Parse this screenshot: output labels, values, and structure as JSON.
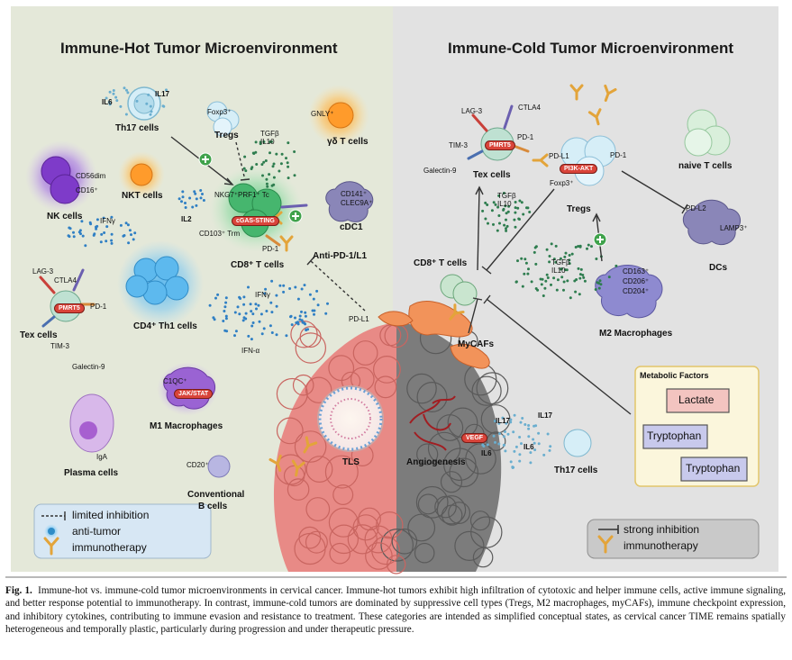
{
  "titles": {
    "hot": "Immune-Hot Tumor Microenvironment",
    "cold": "Immune-Cold Tumor Microenvironment"
  },
  "hot_labels": {
    "th17": "Th17 cells",
    "il6": "IL6",
    "il17": "IL17",
    "tregs": "Tregs",
    "foxp3": "Foxp3⁺",
    "tgfb": "TGFβ",
    "il10": "IL10",
    "gnly": "GNLY⁺",
    "gd": "γδ T cells",
    "nk": "NK cells",
    "cd56": "CD56dim",
    "cd16": "CD16⁺",
    "ifng1": "IFNγ",
    "nkt": "NKT cells",
    "il2": "IL2",
    "nkg7": "NKG7⁺PRF1⁺ Tc",
    "cgas": "cGAS-STING",
    "cd103": "CD103⁺ Trm",
    "pd1_cd8": "PD-1",
    "cd8": "CD8⁺ T cells",
    "cd141": "CD141⁺",
    "clec9a": "CLEC9A⁺",
    "cdc1": "cDC1",
    "antipd1": "Anti-PD-1/L1",
    "lag3": "LAG-3",
    "ctla4": "CTLA4",
    "pd1_tex": "PD-1",
    "pmrt5": "PMRT5",
    "tim3": "TIM-3",
    "galectin": "Galectin-9",
    "tex": "Tex cells",
    "cd4": "CD4⁺ Th1 cells",
    "ifng2": "IFNγ",
    "ifna": "IFN-α",
    "pdl1": "PD-L1",
    "c1qc": "C1QC⁺",
    "jakstat": "JAK/STAT",
    "m1": "M1 Macrophages",
    "iga": "IgA",
    "plasma": "Plasma cells",
    "cd20": "CD20⁺",
    "convb1": "Conventional",
    "convb2": "B cells",
    "tls": "TLS"
  },
  "cold_labels": {
    "lag3": "LAG-3",
    "ctla4": "CTLA4",
    "pd1a": "PD-1",
    "pmrt5": "PMRT5",
    "tim3": "TIM-3",
    "galectin": "Galectin-9",
    "tex": "Tex cells",
    "pdl1": "PD-L1",
    "pd1b": "PD-1",
    "pi3k": "PI3K-AKT",
    "foxp3": "Foxp3⁺",
    "tregs": "Tregs",
    "naive": "naive T cells",
    "tgfb": "TGFβ",
    "il10": "IL10",
    "pdl2": "PD-L2",
    "lamp3": "LAMP3⁺",
    "dcs": "DCs",
    "cd8": "CD8⁺ T cells",
    "tgfb2": "TGFβ",
    "il10b": "IL10",
    "cd163": "CD163⁺",
    "cd206": "CD206⁺",
    "cd204": "CD204⁺",
    "m2": "M2 Macrophages",
    "mycafs": "MyCAFs",
    "angio": "Angiogenesis",
    "vegf": "VEGF",
    "il17a": "IL17",
    "il17b": "IL17",
    "il6a": "IL6",
    "il6b": "IL6",
    "th17": "Th17 cells"
  },
  "metabolic": {
    "title": "Metabolic Factors",
    "items": [
      "Lactate",
      "Tryptophan",
      "Tryptophan"
    ]
  },
  "legend_hot": [
    "limited inhibition",
    "anti-tumor",
    "immunotherapy"
  ],
  "legend_cold": [
    "strong inhibition",
    "immunotherapy"
  ],
  "caption": {
    "lead": "Fig. 1.",
    "text": "Immune-hot vs. immune-cold tumor microenvironments in cervical cancer. Immune-hot tumors exhibit high infiltration of cytotoxic and helper immune cells, active immune signaling, and better response potential to immunotherapy. In contrast, immune-cold tumors are dominated by suppressive cell types (Tregs, M2 macrophages, myCAFs), immune checkpoint expression, and inhibitory cytokines, contributing to immune evasion and resistance to treatment. These categories are intended as simplified conceptual states, as cervical cancer TIME remains spatially heterogeneous and temporally plastic, particularly during progression and under therapeutic pressure."
  },
  "colors": {
    "hot_bg": "#e4e8d9",
    "cold_bg": "#e2e2e2",
    "tumor_hot": "#e88a86",
    "tumor_cold": "#7c7c7c",
    "blue_dot": "#2f7fc4",
    "green_dot": "#2e7d4f",
    "antibody": "#e3a43a",
    "pill": "#d9443a"
  }
}
